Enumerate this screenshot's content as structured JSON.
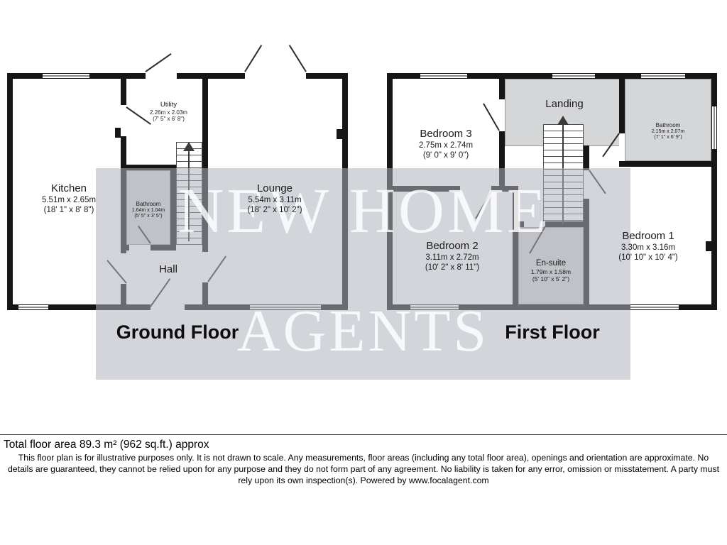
{
  "watermark": {
    "line1": "NEW HOME",
    "line2": "AGENTS"
  },
  "floors": {
    "ground": {
      "title": "Ground Floor",
      "rooms": {
        "kitchen": {
          "name": "Kitchen",
          "metric": "5.51m x 2.65m",
          "imperial": "(18' 1\" x 8' 8\")"
        },
        "utility": {
          "name": "Utility",
          "metric": "2.26m x 2.03m",
          "imperial": "(7' 5\" x 6' 8\")"
        },
        "bathroom": {
          "name": "Bathroom",
          "metric": "1.64m x 1.04m",
          "imperial": "(5' 5\" x 3' 5\")"
        },
        "hall": {
          "name": "Hall"
        },
        "lounge": {
          "name": "Lounge",
          "metric": "5.54m x 3.11m",
          "imperial": "(18' 2\" x 10' 2\")"
        }
      }
    },
    "first": {
      "title": "First Floor",
      "rooms": {
        "bedroom3": {
          "name": "Bedroom 3",
          "metric": "2.75m x 2.74m",
          "imperial": "(9' 0\" x 9' 0\")"
        },
        "landing": {
          "name": "Landing"
        },
        "bathroom": {
          "name": "Bathroom",
          "metric": "2.15m x 2.07m",
          "imperial": "(7' 1\" x 6' 9\")"
        },
        "bedroom2": {
          "name": "Bedroom 2",
          "metric": "3.11m x 2.72m",
          "imperial": "(10' 2\" x 8' 11\")"
        },
        "ensuite": {
          "name": "En-suite",
          "metric": "1.79m x 1.58m",
          "imperial": "(5' 10\" x 5' 2\")"
        },
        "bedroom1": {
          "name": "Bedroom 1",
          "metric": "3.30m x 3.16m",
          "imperial": "(10' 10\" x 10' 4\")"
        }
      }
    }
  },
  "footer": {
    "total_area": "Total floor area 89.3 m² (962 sq.ft.) approx",
    "disclaimer": "This floor plan is for illustrative purposes only. It is not drawn to scale. Any measurements, floor areas (including any total floor area), openings and orientation are approximate. No details are guaranteed, they cannot be relied upon for any purpose and they do not form part of any agreement. No liability is taken for any error, omission or misstatement. A party must rely upon its own inspection(s). Powered by www.focalagent.com"
  },
  "colors": {
    "wall": "#161616",
    "room_gray": "#d5d6d8",
    "watermark_box": "rgba(174,179,187,0.55)",
    "watermark_text": "rgba(255,255,255,0.82)"
  }
}
